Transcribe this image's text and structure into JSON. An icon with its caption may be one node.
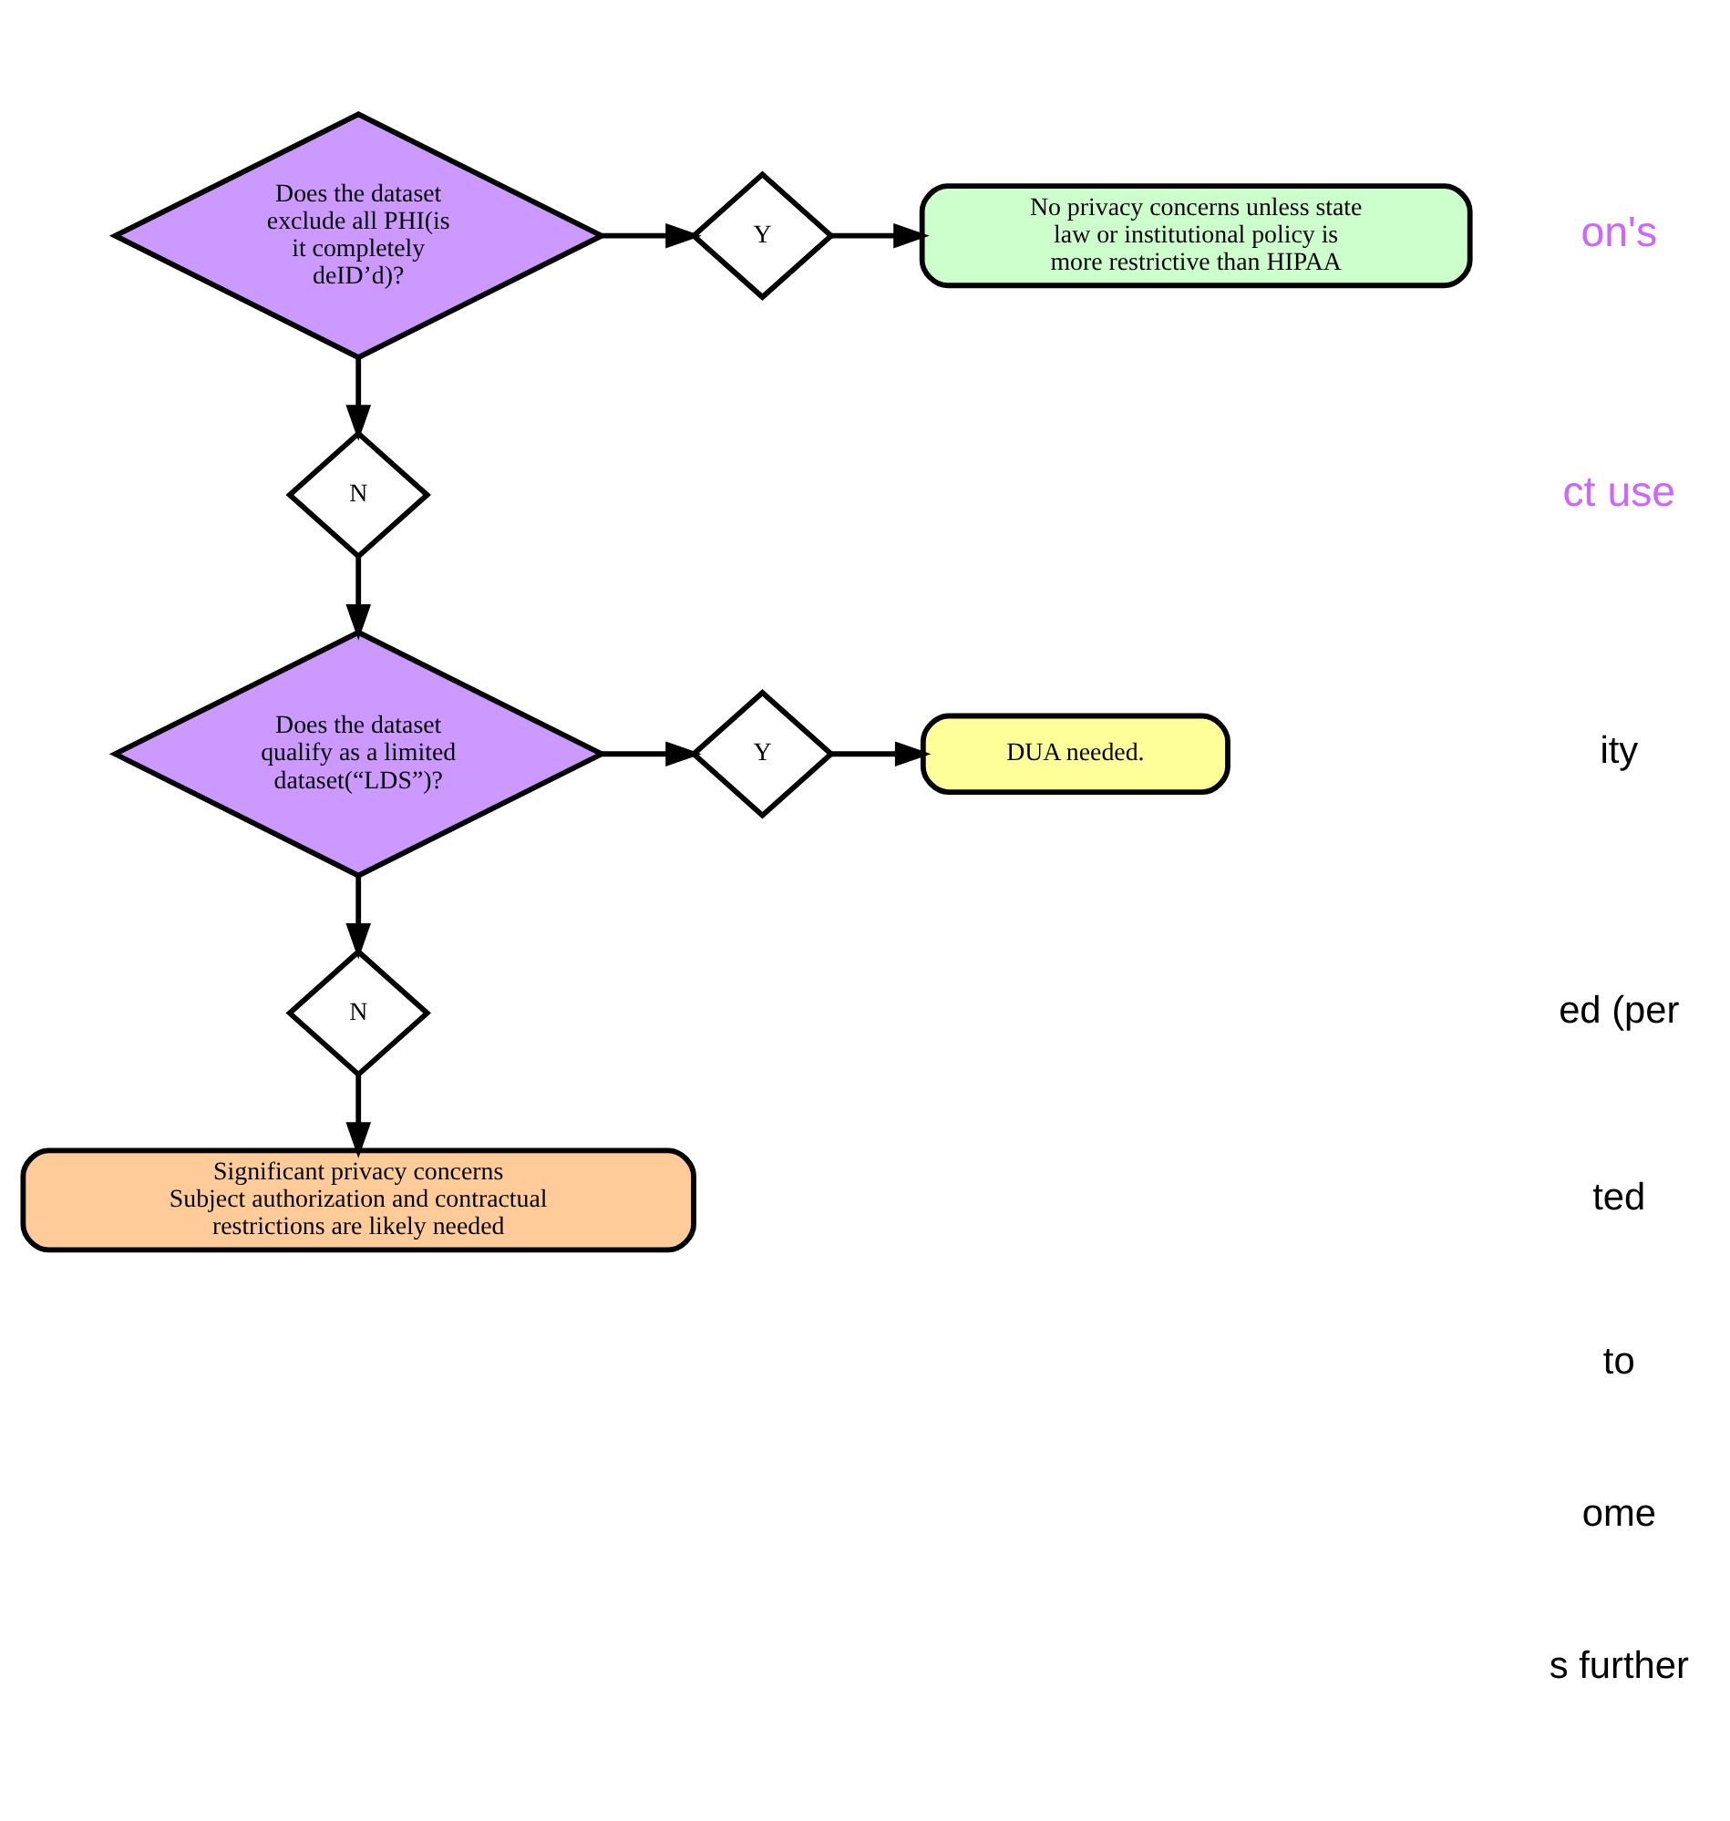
{
  "diagram": {
    "nodes": [
      {
        "text": [
          "Does the dataset exclude all PHI(is it completely deID’d)?"
        ]
      },
      {
        "text": [
          "Y"
        ]
      },
      {
        "text": [
          "No privacy concerns unless state law or institutional policy is more restrictive than HIPAA"
        ]
      },
      {
        "text": [
          "N"
        ]
      },
      {
        "text": [
          "Does the dataset qualify as a limited dataset(“LDS”)?"
        ]
      },
      {
        "text": [
          "Y"
        ]
      },
      {
        "text": [
          "DUA needed."
        ]
      },
      {
        "text": [
          "N"
        ]
      },
      {
        "text": [
          "Significant privacy concerns",
          "Subject authorization and contractual restrictions are likely needed"
        ]
      }
    ],
    "edges": [
      {
        "from": 0,
        "to": 1,
        "arrow": "to"
      },
      {
        "from": 1,
        "to": 2,
        "arrow": "to"
      },
      {
        "from": 0,
        "to": 3,
        "arrow": "to"
      },
      {
        "from": 3,
        "to": 4,
        "arrow": "to"
      },
      {
        "from": 4,
        "to": 5,
        "arrow": "to"
      },
      {
        "from": 5,
        "to": 6,
        "arrow": "to"
      },
      {
        "from": 4,
        "to": 7,
        "arrow": "to"
      },
      {
        "from": 7,
        "to": 8,
        "arrow": "to"
      }
    ],
    "labels": [
      "on's",
      "ct use",
      "ity",
      "ed (per",
      "ted",
      "to",
      "ome",
      "s further"
    ]
  }
}
